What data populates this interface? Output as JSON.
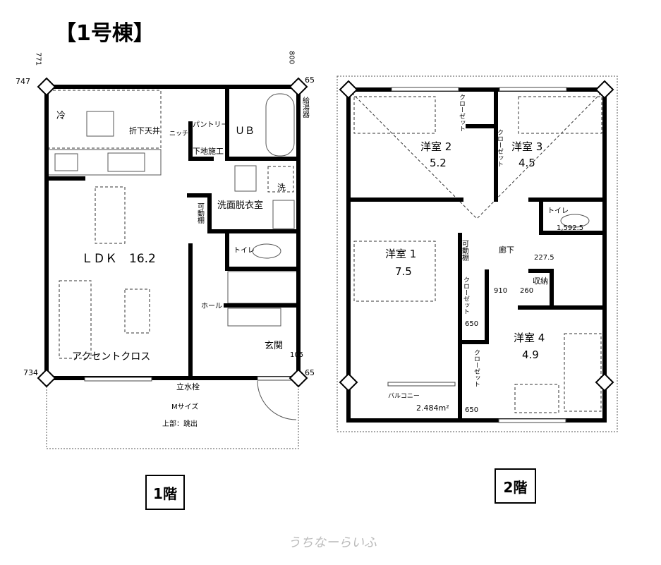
{
  "header": {
    "title": "【1号棟】"
  },
  "floor1": {
    "label": "1階",
    "rooms": {
      "ldk": "ＬＤＫ　16.2",
      "ceiling": "折下天井",
      "fridge": "冷",
      "pantry": "パントリー",
      "niche": "ニッチ",
      "base_work": "下地施工",
      "bath": "ＵＢ",
      "washer": "洗",
      "washroom": "洗面脱衣室",
      "shelf": "可動棚",
      "toilet": "トイレ",
      "hall": "ホール",
      "entrance": "玄関",
      "accent": "アクセントクロス",
      "water_heater": "給湯器",
      "faucet": "立水栓",
      "size": "Mサイズ",
      "overhang": "上部：跳出"
    },
    "dims": {
      "tl_a": "747",
      "tl_b": "771",
      "tr_a": "800",
      "tr_b": "65",
      "bl": "734",
      "br": "65",
      "br_b": "105"
    }
  },
  "floor2": {
    "label": "2階",
    "rooms": {
      "room2": "洋室 2",
      "room2_area": "5.2",
      "room3": "洋室 3",
      "room3_area": "4.5",
      "room1": "洋室 1",
      "room1_area": "7.5",
      "room4": "洋室 4",
      "room4_area": "4.9",
      "closet": "クローゼット",
      "toilet": "トイレ",
      "corridor": "廊下",
      "shelf": "可動棚",
      "storage": "収納",
      "balcony": "バルコニー",
      "balcony_area": "2.484m²"
    },
    "dims": {
      "d1": "1,592.5",
      "d2": "227.5",
      "d3": "910",
      "d4": "260",
      "d5": "650",
      "d6": "650"
    }
  },
  "watermark": "うちなーらいふ"
}
